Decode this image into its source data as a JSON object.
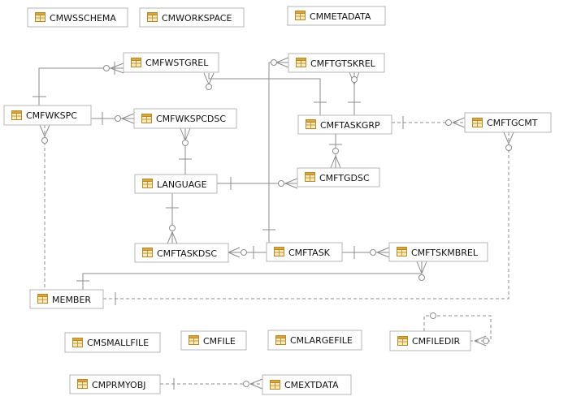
{
  "colors": {
    "entity_border": "#b4b4b4",
    "relation_line": "#8c8c8c",
    "table_icon_body": "#f7e9b8",
    "table_icon_frame": "#b58a2a",
    "table_icon_header": "#d9a53c"
  },
  "icons": {
    "entity": "table-icon"
  },
  "entities": [
    {
      "id": "cmwsschema",
      "label": "CMWSSCHEMA"
    },
    {
      "id": "cmworkspace",
      "label": "CMWORKSPACE"
    },
    {
      "id": "cmmetadata",
      "label": "CMMETADATA"
    },
    {
      "id": "cmfwstgrel",
      "label": "CMFWSTGREL"
    },
    {
      "id": "cmftgtskrel",
      "label": "CMFTGTSKREL"
    },
    {
      "id": "cmfwkspc",
      "label": "CMFWKSPC"
    },
    {
      "id": "cmfwkspcdsc",
      "label": "CMFWKSPCDSC"
    },
    {
      "id": "cmftaskgrp",
      "label": "CMFTASKGRP"
    },
    {
      "id": "cmftgcmt",
      "label": "CMFTGCMT"
    },
    {
      "id": "cmftgdsc",
      "label": "CMFTGDSC"
    },
    {
      "id": "language",
      "label": "LANGUAGE"
    },
    {
      "id": "cmftaskdsc",
      "label": "CMFTASKDSC"
    },
    {
      "id": "cmftask",
      "label": "CMFTASK"
    },
    {
      "id": "cmftskmbrel",
      "label": "CMFTSKMBREL"
    },
    {
      "id": "member",
      "label": "MEMBER"
    },
    {
      "id": "cmsmallfile",
      "label": "CMSMALLFILE"
    },
    {
      "id": "cmfile",
      "label": "CMFILE"
    },
    {
      "id": "cmlargefile",
      "label": "CMLARGEFILE"
    },
    {
      "id": "cmfiledir",
      "label": "CMFILEDIR"
    },
    {
      "id": "cmprmyobj",
      "label": "CMPRMYOBJ"
    },
    {
      "id": "cmextdata",
      "label": "CMEXTDATA"
    }
  ]
}
